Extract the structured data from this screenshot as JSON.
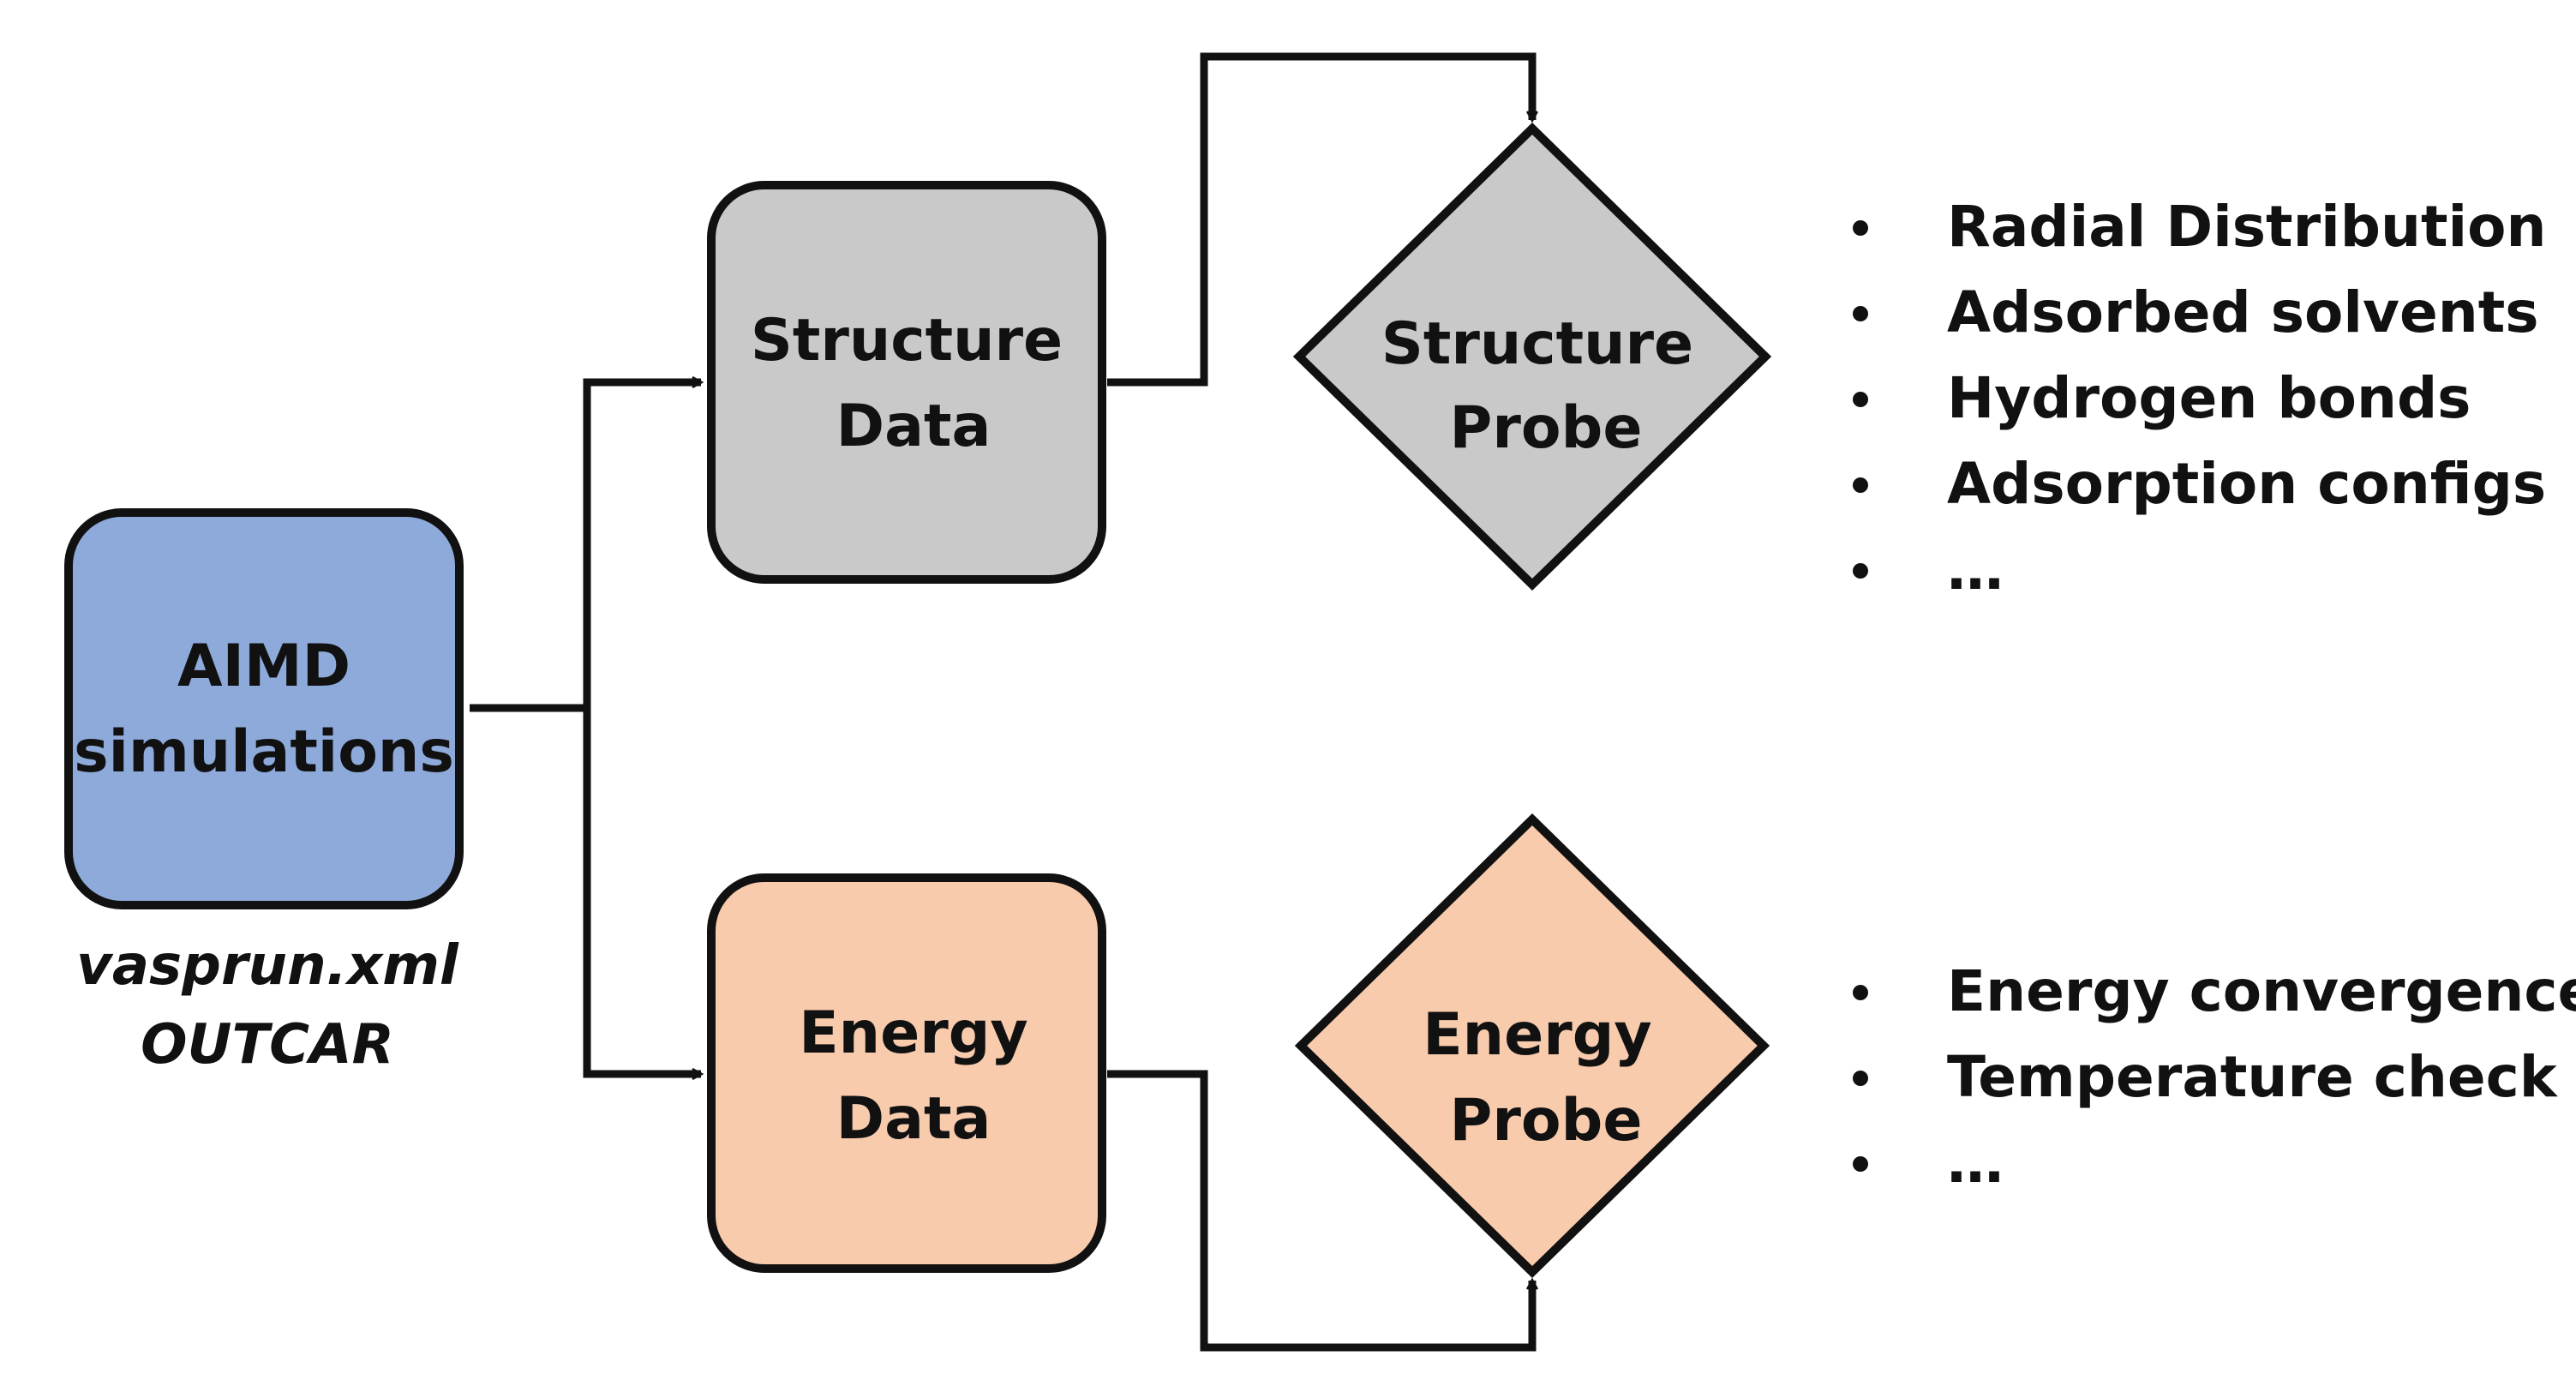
{
  "colors": {
    "aimd_fill": "#8eaadb",
    "structure_fill": "#c9c9c9",
    "energy_fill": "#f8cbad",
    "stroke": "#111111"
  },
  "nodes": {
    "aimd": {
      "line1": "AIMD",
      "line2": "simulations"
    },
    "files": {
      "line1": "vasprun.xml",
      "line2": "OUTCAR"
    },
    "structure_data": {
      "line1": "Structure",
      "line2": "Data"
    },
    "structure_probe": {
      "line1": "Structure",
      "line2": "Probe"
    },
    "energy_data": {
      "line1": "Energy",
      "line2": "Data"
    },
    "energy_probe": {
      "line1": "Energy",
      "line2": "Probe"
    }
  },
  "structure_outputs": [
    "Radial Distribution",
    "Adsorbed solvents",
    "Hydrogen bonds",
    "Adsorption configs",
    "…"
  ],
  "energy_outputs": [
    "Energy convergence",
    "Temperature check",
    "…"
  ]
}
